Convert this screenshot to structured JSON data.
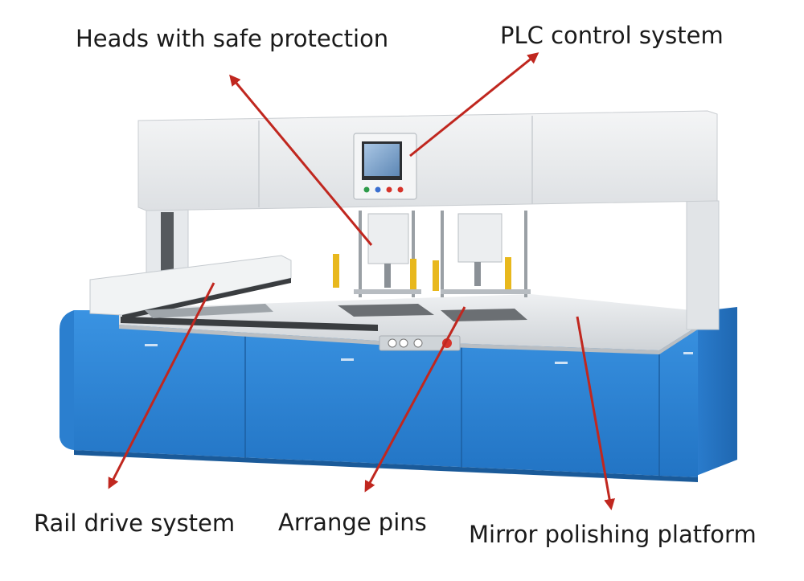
{
  "callouts": {
    "heads": "Heads with safe protection",
    "plc": "PLC control system",
    "rail": "Rail drive system",
    "pins": "Arrange pins",
    "mirror": "Mirror polishing platform"
  },
  "colors": {
    "arrow": "#c0271f",
    "machine_base": "#2f87d8",
    "machine_frame": "#e9ecef",
    "table_surface": "#d9dde1",
    "cylinder": "#e8b81d"
  }
}
